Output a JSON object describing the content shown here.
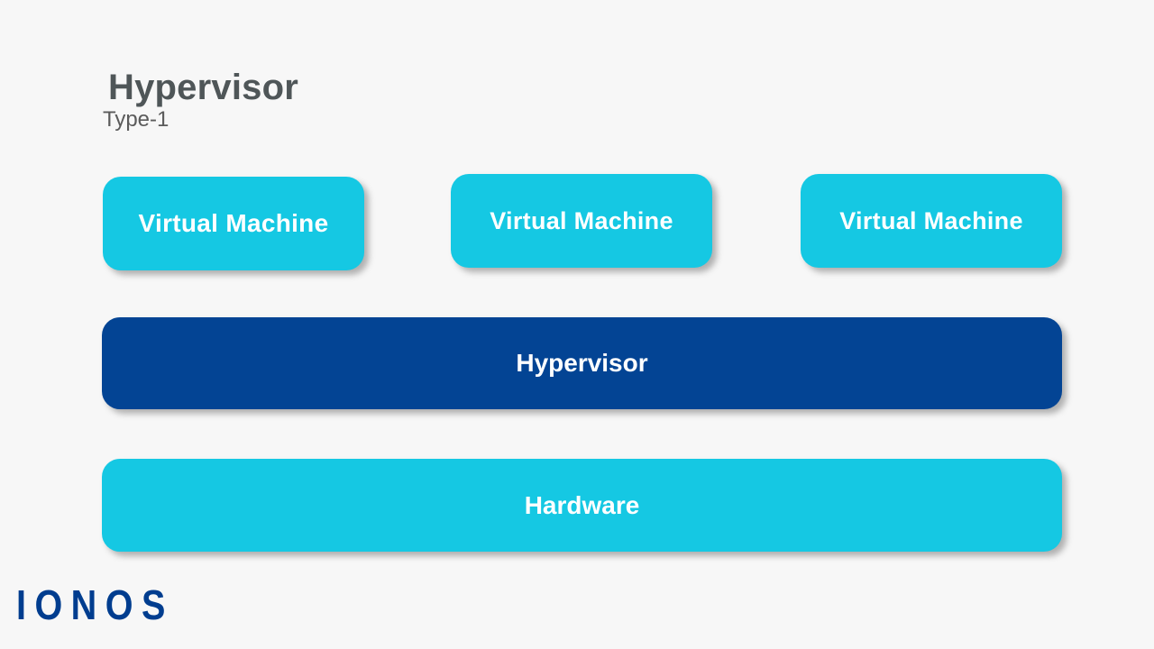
{
  "slide": {
    "background_color": "#f7f7f7",
    "heading": {
      "title": "Hypervisor",
      "subtitle": "Type-1"
    },
    "colors": {
      "cyan": "#15c8e3",
      "navy": "#034494",
      "title_gray": "#4f5658",
      "subtitle_gray": "#5b5b5b",
      "logo_blue": "#003d8f",
      "background": "#f7f7f7"
    },
    "virtual_machines": [
      {
        "label": "Virtual Machine"
      },
      {
        "label": "Virtual Machine"
      },
      {
        "label": "Virtual Machine"
      }
    ],
    "hypervisor_layer": {
      "label": "Hypervisor"
    },
    "hardware_layer": {
      "label": "Hardware"
    },
    "logo": {
      "text": "IONOS"
    }
  }
}
